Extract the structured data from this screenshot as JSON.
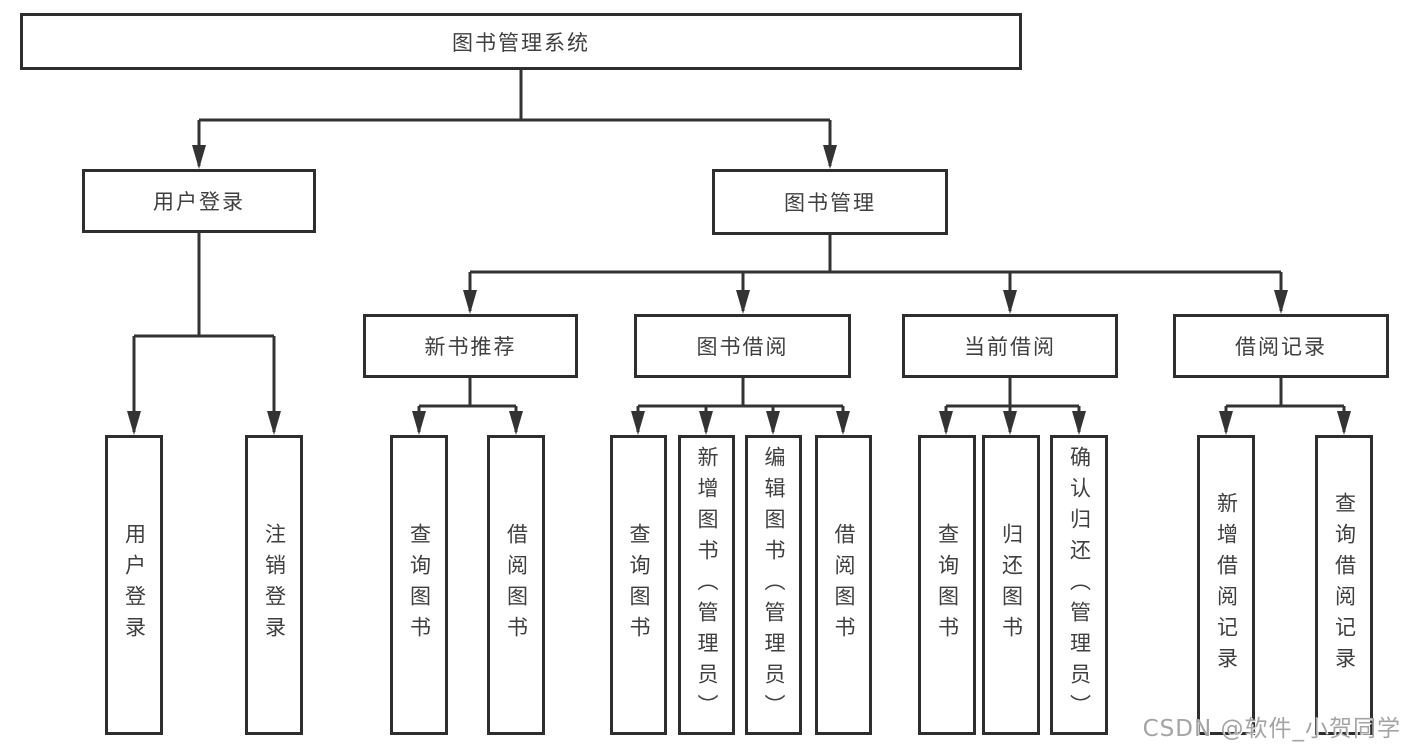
{
  "diagram": {
    "title": "图书管理系统",
    "root": {
      "label": "图书管理系统"
    },
    "branches": [
      {
        "label": "用户登录",
        "children": [
          "用户登录",
          "注销登录"
        ]
      },
      {
        "label": "图书管理",
        "groups": [
          {
            "label": "新书推荐",
            "children": [
              "查询图书",
              "借阅图书"
            ]
          },
          {
            "label": "图书借阅",
            "children": [
              "查询图书",
              "新增图书（管理员）",
              "编辑图书（管理员）",
              "借阅图书"
            ]
          },
          {
            "label": "当前借阅",
            "children": [
              "查询图书",
              "归还图书",
              "确认归还（管理员）"
            ]
          },
          {
            "label": "借阅记录",
            "children": [
              "新增借阅记录",
              "查询借阅记录"
            ]
          }
        ]
      }
    ]
  },
  "watermark": {
    "text": "CSDN @软件_小贺同学"
  },
  "colors": {
    "background": "#ffffff",
    "line": "#333333",
    "box_border": "#2e2e2e",
    "text": "#3f3f3f",
    "watermark": "#a4a4a4"
  }
}
